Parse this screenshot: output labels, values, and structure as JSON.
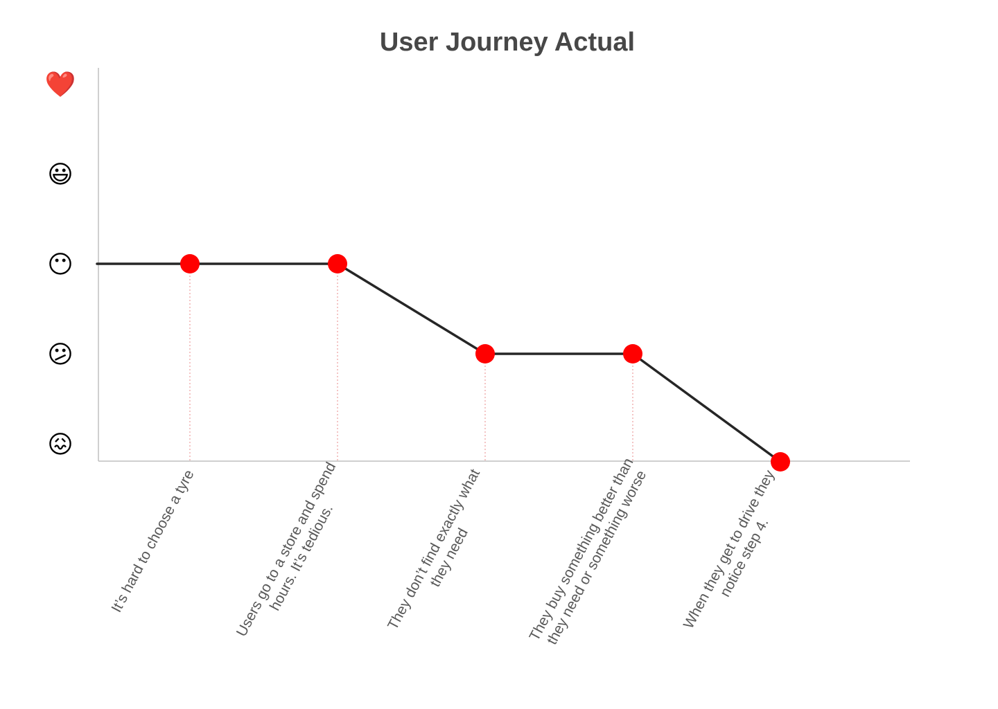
{
  "chart_data": {
    "type": "line",
    "title": "User Journey Actual",
    "xlabel": "",
    "ylabel": "",
    "categories": [
      "It’s hard to choose a tyre",
      "Users go to a store and spend hours. It’s tedious.",
      "They don’t find exactly what they need",
      "They buy something better than they need or something worse",
      "When they get to drive they notice step 4."
    ],
    "y_levels": [
      {
        "value": 1,
        "icon": "tired-face-icon",
        "glyph": "😖"
      },
      {
        "value": 2,
        "icon": "confused-face-icon",
        "glyph": "😕"
      },
      {
        "value": 3,
        "icon": "neutral-face-icon",
        "glyph": "😶"
      },
      {
        "value": 4,
        "icon": "smiley-face-icon",
        "glyph": "😃"
      },
      {
        "value": 5,
        "icon": "heart-icon",
        "glyph": "❤️"
      }
    ],
    "series": [
      {
        "values": [
          3,
          3,
          2,
          2,
          0.8
        ]
      }
    ],
    "start_value": 3,
    "ylim": [
      0.8,
      5
    ],
    "grid": false,
    "colors": {
      "line": "#262626",
      "marker": "#ff0000",
      "drop_line": "#e88a8a",
      "axis": "#bfbfbf",
      "title": "#474747",
      "tick_label": "#595959"
    }
  }
}
